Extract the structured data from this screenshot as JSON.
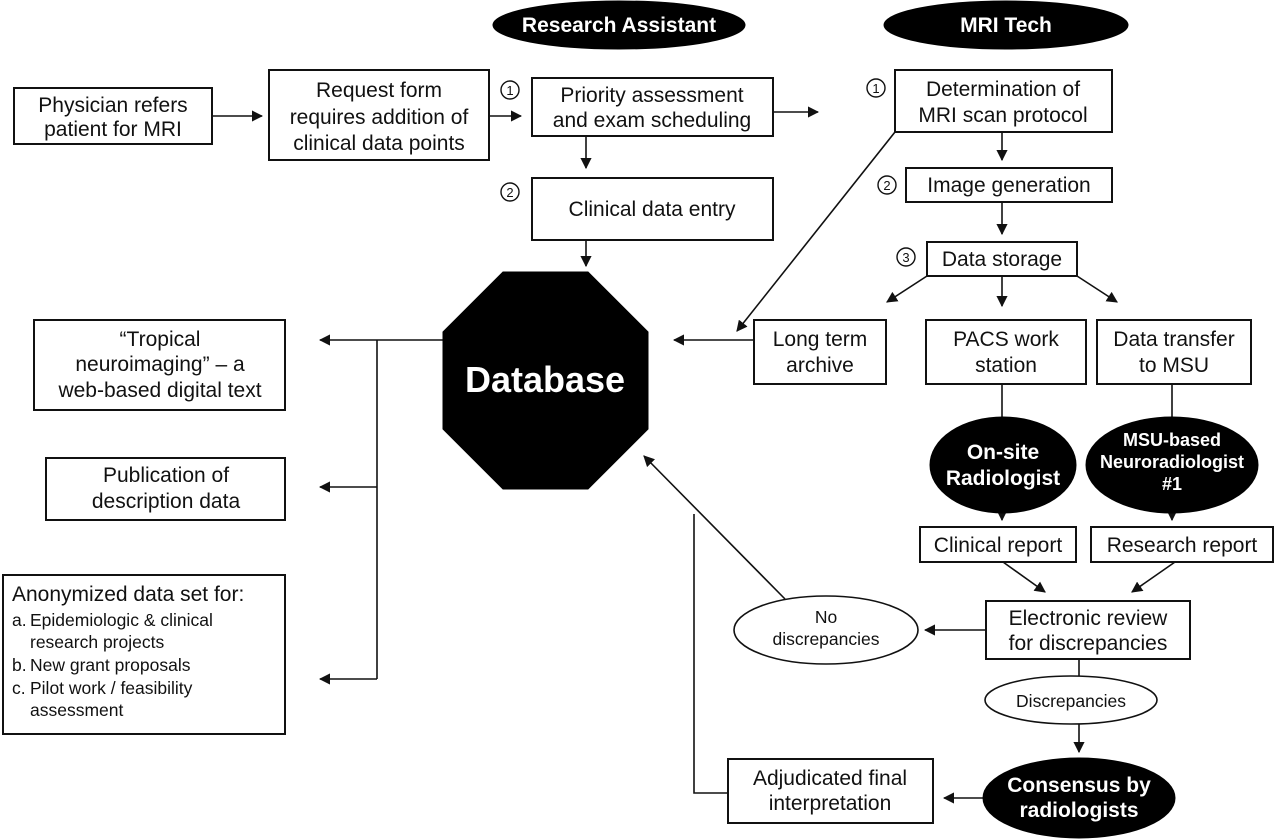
{
  "roles": {
    "research_assistant": "Research Assistant",
    "mri_tech": "MRI Tech"
  },
  "nodes": {
    "physician": [
      "Physician refers",
      "patient for MRI"
    ],
    "request_form": [
      "Request form",
      "requires addition of",
      "clinical data points"
    ],
    "priority": [
      "Priority assessment",
      "and exam scheduling"
    ],
    "clinical_entry": [
      "Clinical data entry"
    ],
    "determination": [
      "Determination of",
      "MRI scan protocol"
    ],
    "image_generation": [
      "Image generation"
    ],
    "data_storage": [
      "Data storage"
    ],
    "database": "Database",
    "long_term": [
      "Long term",
      "archive"
    ],
    "pacs": [
      "PACS work",
      "station"
    ],
    "data_transfer": [
      "Data transfer",
      "to MSU"
    ],
    "onsite_radiologist": [
      "On-site",
      "Radiologist"
    ],
    "msu_neuroradiologist": [
      "MSU-based",
      "Neuroradiologist",
      "#1"
    ],
    "clinical_report": [
      "Clinical report"
    ],
    "research_report": [
      "Research report"
    ],
    "electronic_review": [
      "Electronic review",
      "for discrepancies"
    ],
    "no_discrepancies": [
      "No",
      "discrepancies"
    ],
    "discrepancies": [
      "Discrepancies"
    ],
    "consensus": [
      "Consensus by",
      "radiologists"
    ],
    "adjudicated": [
      "Adjudicated final",
      "interpretation"
    ],
    "tropical": [
      "“Tropical",
      "neuroimaging” – a",
      "web-based digital text"
    ],
    "publication": [
      "Publication of",
      "description data"
    ],
    "anonymized": {
      "title": "Anonymized data set for:",
      "items": [
        [
          "a.",
          "Epidemiologic & clinical",
          "research projects"
        ],
        [
          "b.",
          "New grant proposals"
        ],
        [
          "c.",
          "Pilot work / feasibility",
          "assessment"
        ]
      ]
    }
  },
  "steps": {
    "ra_1": "1",
    "ra_2": "2",
    "mri_1": "1",
    "mri_2": "2",
    "mri_3": "3"
  }
}
